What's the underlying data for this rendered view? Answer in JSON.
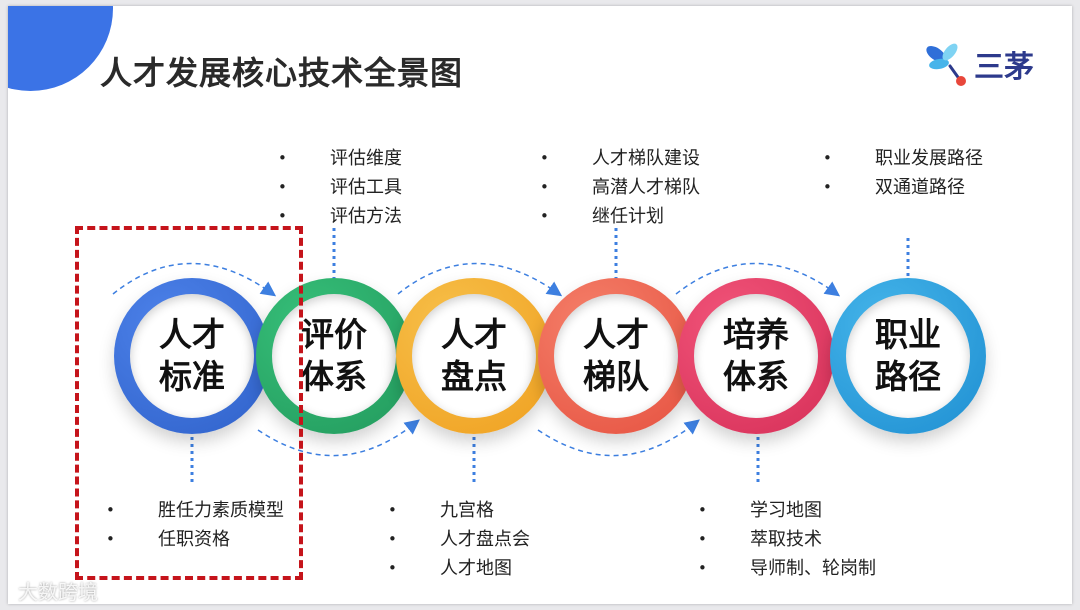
{
  "title": "人才发展核心技术全景图",
  "brand": {
    "name": "三茅"
  },
  "watermark": "大数跨境",
  "colors": {
    "corner": "#3b73e6",
    "highlight": "#c5141b",
    "connector": "#3d7fe0"
  },
  "nodes": [
    {
      "name": "人才标准",
      "line1": "人才",
      "line2": "标准",
      "color": "#4d82ea",
      "color2": "#2f61c9",
      "bullets": [
        "胜任力素质模型",
        "任职资格"
      ],
      "bullet_side": "bottom"
    },
    {
      "name": "评价体系",
      "line1": "评价",
      "line2": "体系",
      "color": "#37c07a",
      "color2": "#22995c",
      "bullets": [
        "评估维度",
        "评估工具",
        "评估方法"
      ],
      "bullet_side": "top"
    },
    {
      "name": "人才盘点",
      "line1": "人才",
      "line2": "盘点",
      "color": "#f7c04a",
      "color2": "#ef9f1f",
      "bullets": [
        "九宫格",
        "人才盘点会",
        "人才地图"
      ],
      "bullet_side": "bottom"
    },
    {
      "name": "人才梯队",
      "line1": "人才",
      "line2": "梯队",
      "color": "#f5806a",
      "color2": "#e5503f",
      "bullets": [
        "人才梯队建设",
        "高潜人才梯队",
        "继任计划"
      ],
      "bullet_side": "top"
    },
    {
      "name": "培养体系",
      "line1": "培养",
      "line2": "体系",
      "color": "#f2557a",
      "color2": "#d52e57",
      "bullets": [
        "学习地图",
        "萃取技术",
        "导师制、轮岗制"
      ],
      "bullet_side": "bottom"
    },
    {
      "name": "职业路径",
      "line1": "职业",
      "line2": "路径",
      "color": "#45b5ea",
      "color2": "#1e8ed1",
      "bullets": [
        "职业发展路径",
        "双通道路径"
      ],
      "bullet_side": "top"
    }
  ],
  "highlight_node": "人才标准"
}
